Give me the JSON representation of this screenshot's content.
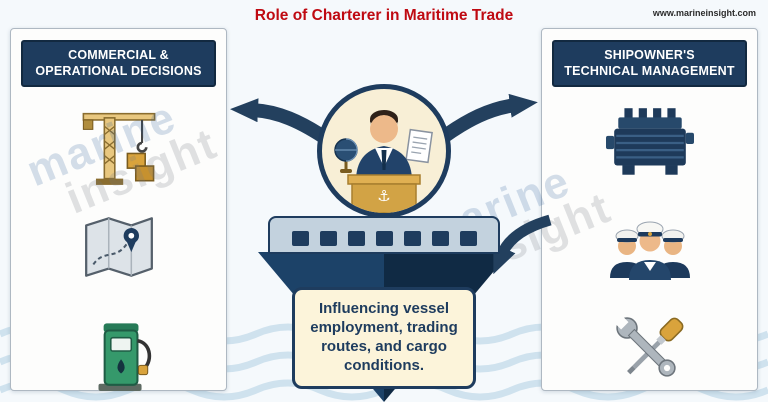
{
  "header": {
    "title": "Role of Charterer in Maritime Trade",
    "website": "www.marineinsight.com"
  },
  "watermark": {
    "line1": "marine",
    "line2": "insight"
  },
  "left_panel": {
    "header_line1": "COMMERCIAL &",
    "header_line2": "OPERATIONAL DECISIONS",
    "icons": [
      "crane-icon",
      "map-route-icon",
      "fuel-pump-icon"
    ]
  },
  "right_panel": {
    "header_line1": "SHIPOWNER'S",
    "header_line2": "TECHNICAL MANAGEMENT",
    "icons": [
      "engine-icon",
      "crew-icon",
      "tools-icon"
    ]
  },
  "center": {
    "caption": "Influencing vessel employment, trading routes, and cargo conditions.",
    "anchor_symbol": "⚓"
  },
  "colors": {
    "bg": "#f5f9fc",
    "red": "#bf0a12",
    "navy": "#1e3c5e",
    "navy_dark": "#102a44",
    "navy_light": "#1c4268",
    "cream": "#f8efd6",
    "caption_cream": "#fcf4da",
    "gold": "#d9a33c",
    "deck": "#c3d2de",
    "wave": "#cfe2ee",
    "panel_border": "#aeb8c2"
  }
}
